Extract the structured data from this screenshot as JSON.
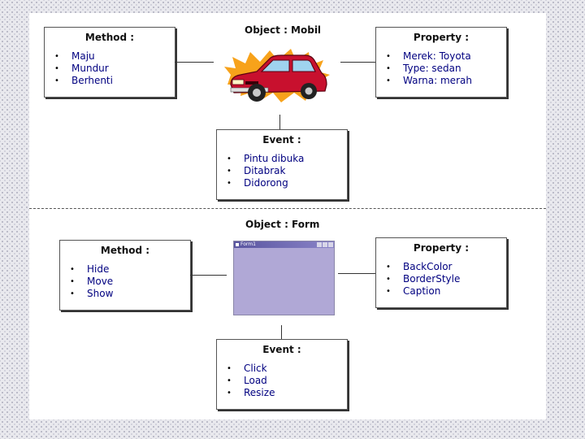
{
  "top": {
    "object_title": "Object : Mobil",
    "method": {
      "title": "Method :",
      "items": [
        "Maju",
        "Mundur",
        "Berhenti"
      ]
    },
    "property": {
      "title": "Property :",
      "items": [
        "Merek: Toyota",
        "Type: sedan",
        "Warna: merah"
      ]
    },
    "event": {
      "title": "Event :",
      "items": [
        "Pintu dibuka",
        "Ditabrak",
        "Didorong"
      ]
    },
    "car_icon": "red-sedan-car-clipart",
    "car_color": "#c8102e"
  },
  "bottom": {
    "object_title": "Object : Form",
    "method": {
      "title": "Method :",
      "items": [
        "Hide",
        "Move",
        "Show"
      ]
    },
    "property": {
      "title": "Property :",
      "items": [
        "BackColor",
        "BorderStyle",
        "Caption"
      ]
    },
    "event": {
      "title": "Event :",
      "items": [
        "Click",
        "Load",
        "Resize"
      ]
    },
    "form_window": {
      "caption": "Form1",
      "background": "#b0a8d6"
    }
  }
}
